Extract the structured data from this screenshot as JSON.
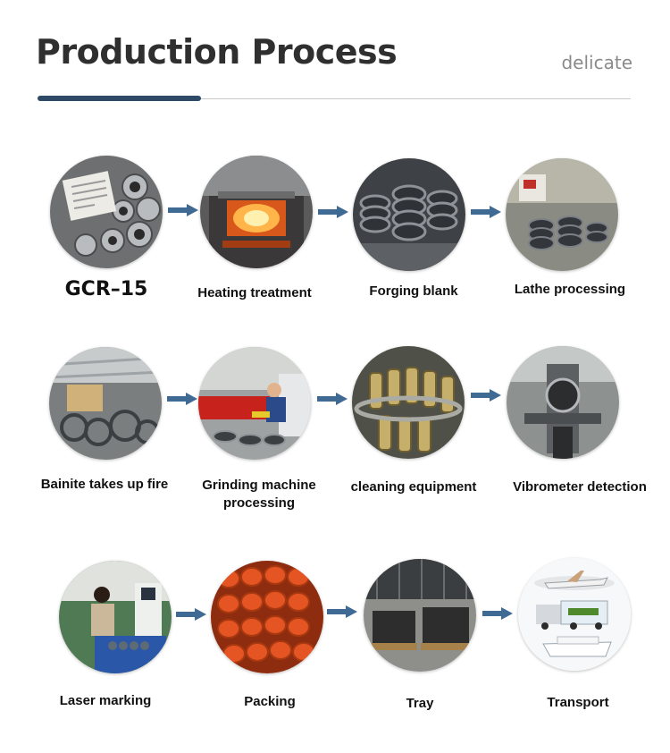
{
  "header": {
    "title": "Production Process",
    "subtitle": "delicate"
  },
  "steps": [
    {
      "label": "GCR–15",
      "icon": "steel-bars-photo"
    },
    {
      "label": "Heating treatment",
      "icon": "furnace-photo"
    },
    {
      "label": "Forging blank",
      "icon": "forged-rings-photo"
    },
    {
      "label": "Lathe processing",
      "icon": "lathe-photo"
    },
    {
      "label": "Bainite takes up fire",
      "icon": "bainite-photo"
    },
    {
      "label": "Grinding machine processing",
      "icon": "grinding-photo"
    },
    {
      "label": "cleaning equipment",
      "icon": "roller-bearing-photo"
    },
    {
      "label": "Vibrometer detection",
      "icon": "vibrometer-photo"
    },
    {
      "label": "Laser marking",
      "icon": "laser-marking-photo"
    },
    {
      "label": "Packing",
      "icon": "packing-photo"
    },
    {
      "label": "Tray",
      "icon": "tray-photo"
    },
    {
      "label": "Transport",
      "icon": "transport-photo"
    }
  ],
  "colors": {
    "accent": "#2e4a66",
    "arrow": "#3f6a93",
    "title": "#2f2f2f",
    "subtitle": "#8a8a8a"
  }
}
